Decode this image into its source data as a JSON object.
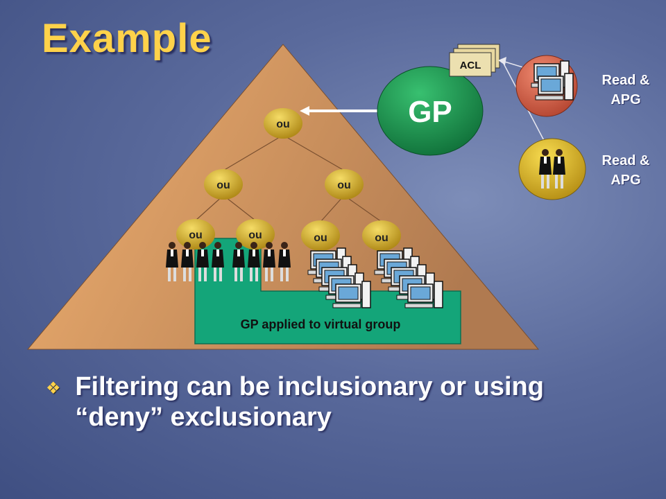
{
  "slide": {
    "title": "Example",
    "bullet_text": "Filtering can be inclusionary or using “deny” exclusionary",
    "bullet_icon": "diamond-bullet-icon"
  },
  "diagram": {
    "gp_label": "GP",
    "acl_label": "ACL",
    "ou_label": "ou",
    "virtual_group_label": "GP applied to virtual group",
    "permissions": [
      {
        "line1": "Read &",
        "line2": "APG"
      },
      {
        "line1": "Read &",
        "line2": "APG"
      }
    ]
  },
  "colors": {
    "title": "#ffd24a",
    "triangle": "#e9a565",
    "ou_node": "#e6c030",
    "gp_circle": "#1f9a55",
    "virtual_group": "#1aa67a",
    "computers_circle": "#e06a55",
    "users_circle": "#e8c230"
  }
}
